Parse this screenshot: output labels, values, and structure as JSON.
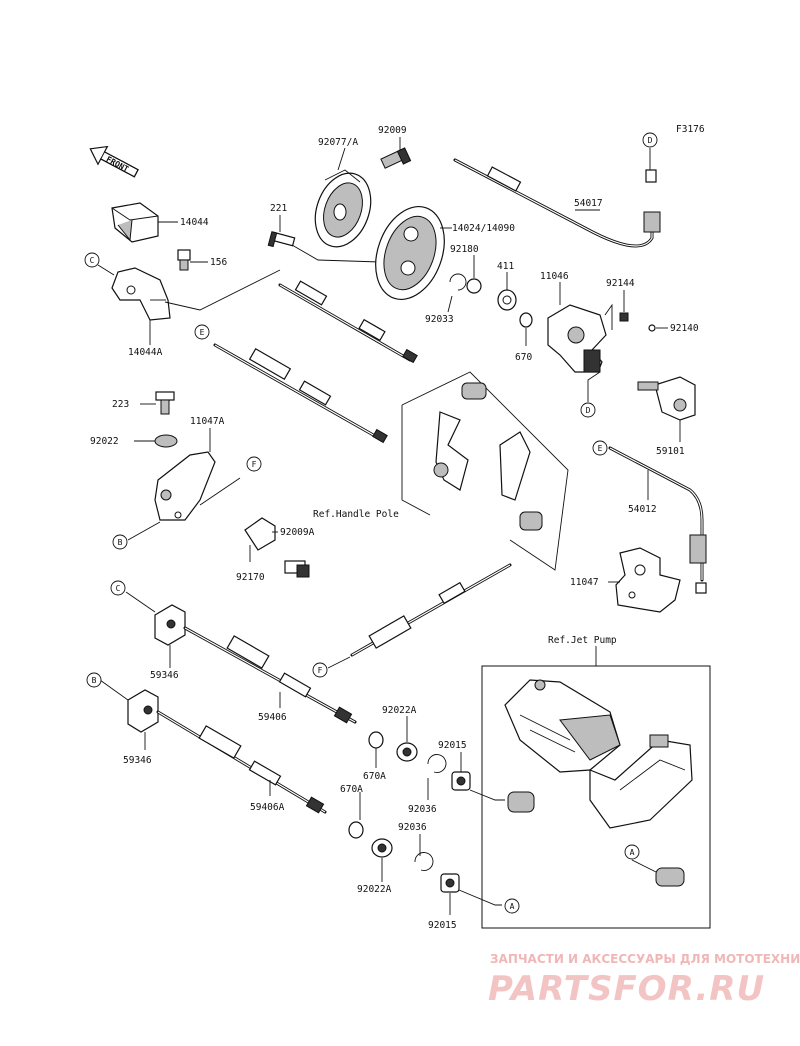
{
  "code": "F3176",
  "front_label": "FRONT",
  "part_labels": {
    "p92009": "92009",
    "p92077a": "92077/A",
    "p221": "221",
    "p14044": "14044",
    "p156": "156",
    "p14024": "14024/14090",
    "p92180": "92180",
    "p411": "411",
    "p11046": "11046",
    "p92144": "92144",
    "p54017": "54017",
    "p92033": "92033",
    "p670d": "670",
    "p92140": "92140",
    "p14044a": "14044A",
    "p223": "223",
    "p11047a": "11047A",
    "p92022": "92022",
    "p59101": "59101",
    "p54012": "54012",
    "p92009a": "92009A",
    "p92170": "92170",
    "p11047": "11047",
    "p59346a": "59346",
    "p59346b": "59346",
    "p59406": "59406",
    "p59406a": "59406A",
    "p92022a1": "92022A",
    "p92022a2": "92022A",
    "p670a1": "670A",
    "p670a2": "670A",
    "p92015a": "92015",
    "p92015b": "92015",
    "p92036a": "92036",
    "p92036b": "92036"
  },
  "refs": {
    "handle_pole": "Ref.Handle Pole",
    "jet_pump": "Ref.Jet Pump"
  },
  "callouts": {
    "C": "C",
    "D": "D",
    "E": "E",
    "F": "F",
    "B": "B",
    "A": "A"
  },
  "watermark": {
    "line1": "ЗАПЧАСТИ И АКСЕССУАРЫ ДЛЯ МОТОТЕХНИКИ",
    "brand": "PARTSFOR.RU"
  }
}
